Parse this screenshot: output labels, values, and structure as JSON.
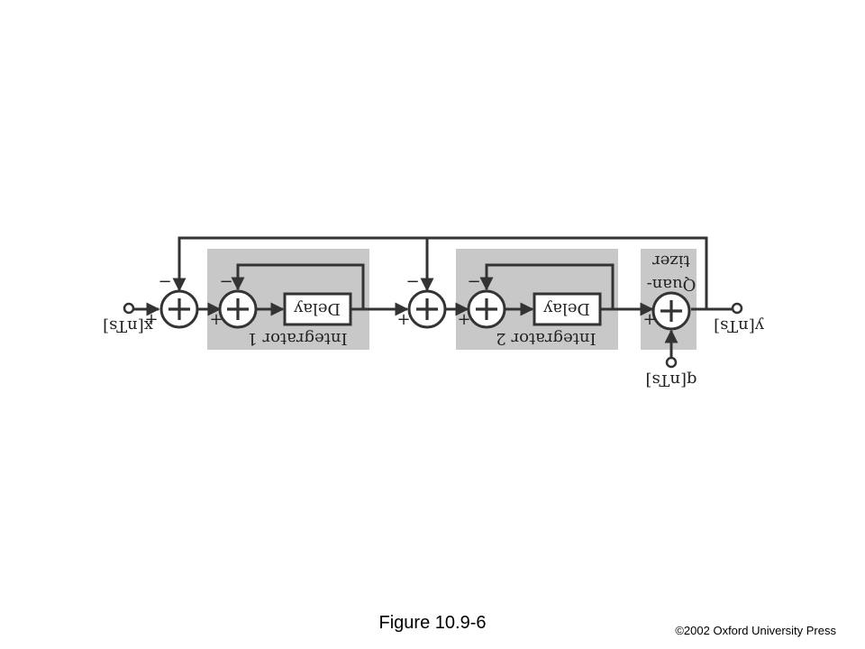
{
  "diagram": {
    "input_label": "x[nTs]",
    "output_label": "y[nTs]",
    "noise_label": "q[nTs]",
    "delay1_label": "Delay",
    "delay2_label": "Delay",
    "integrator1_label": "Integrator 1",
    "integrator2_label": "Integrator 2",
    "quantizer_label_line1": "Quan-",
    "quantizer_label_line2": "tizer",
    "sign_plus": "+",
    "sign_minus": "−",
    "orientation": "rotated 180 degrees"
  },
  "caption": {
    "figure_label": "Figure 10.9-6",
    "copyright": "©2002 Oxford University Press"
  }
}
